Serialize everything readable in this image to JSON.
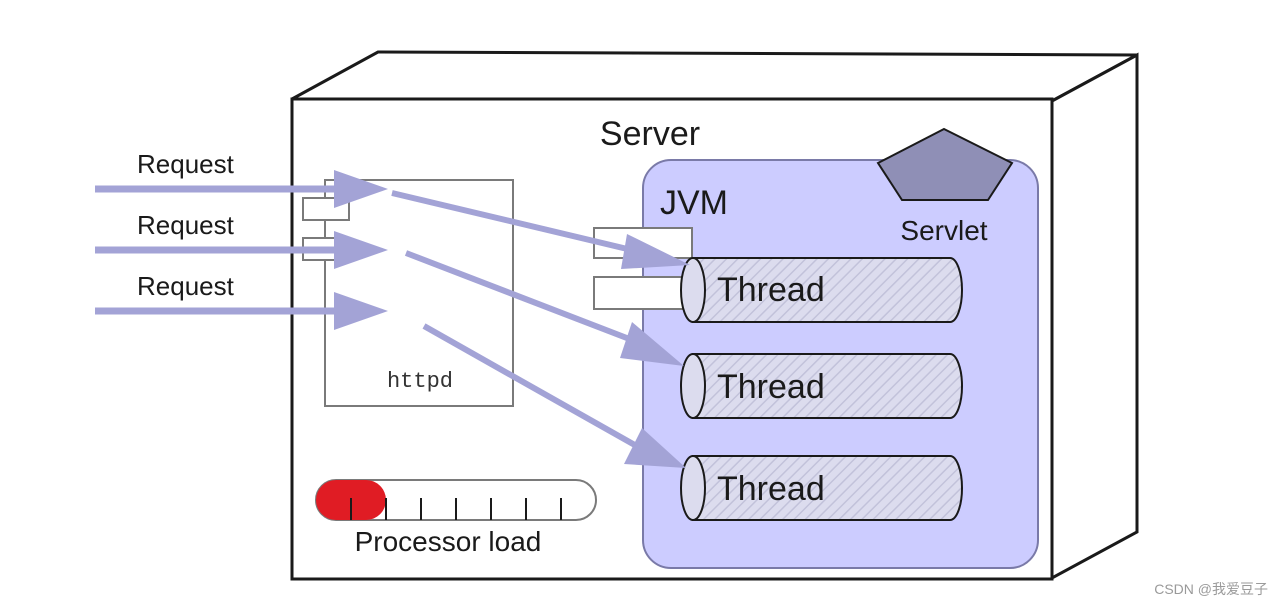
{
  "server": {
    "label": "Server"
  },
  "httpd": {
    "label": "httpd"
  },
  "jvm": {
    "label": "JVM",
    "fill": "#ccccff",
    "stroke": "#7a7aa8"
  },
  "servlet": {
    "label": "Servlet",
    "fill": "#8f8fb6"
  },
  "requests": [
    {
      "label": "Request"
    },
    {
      "label": "Request"
    },
    {
      "label": "Request"
    }
  ],
  "threads": [
    {
      "label": "Thread"
    },
    {
      "label": "Thread"
    },
    {
      "label": "Thread"
    }
  ],
  "processor_load": {
    "label": "Processor load",
    "fill_color": "#e01c24",
    "segments": 8,
    "filled_segments": 2
  },
  "arrow_color": "#a3a3d6",
  "watermark": "CSDN @我爱豆子"
}
